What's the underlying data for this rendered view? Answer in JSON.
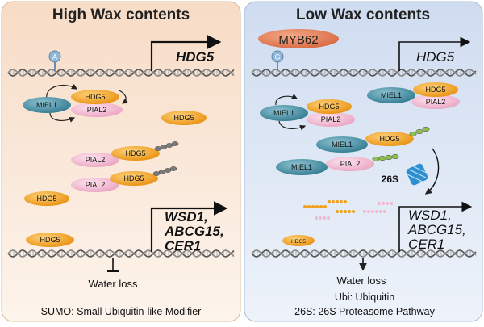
{
  "left_panel": {
    "title": "High Wax contents",
    "snp": "A",
    "gene_top": "HDG5",
    "proteins": {
      "miel1": "MIEL1",
      "hdg5": "HDG5",
      "pial2": "PIAL2"
    },
    "targets": [
      "WSD1,",
      "ABCG15,",
      "CER1"
    ],
    "outcome": "Water loss",
    "legend": "SUMO: Small Ubiquitin-like Modifier"
  },
  "right_panel": {
    "title": "Low Wax contents",
    "factor": "MYB62",
    "snp": "G",
    "gene_top": "HDG5",
    "proteins": {
      "miel1": "MIEL1",
      "hdg5": "HDG5",
      "pial2": "PIAL2"
    },
    "proteasome": "26S",
    "targets": [
      "WSD1,",
      "ABCG15,",
      "CER1"
    ],
    "outcome": "Water loss",
    "legend_ubi": "Ubi: Ubiquitin",
    "legend_26s": "26S: 26S Proteasome Pathway"
  },
  "colors": {
    "left_bg": "#fbe9dc",
    "right_bg": "#e3ebf7",
    "hdg5": "#f0a01e",
    "miel1": "#4a93a8",
    "pial2": "#f2b8d0",
    "myb62": "#e8805a",
    "ubiquitin": "#8fbf4d",
    "sumo": "#7a7a7a"
  }
}
